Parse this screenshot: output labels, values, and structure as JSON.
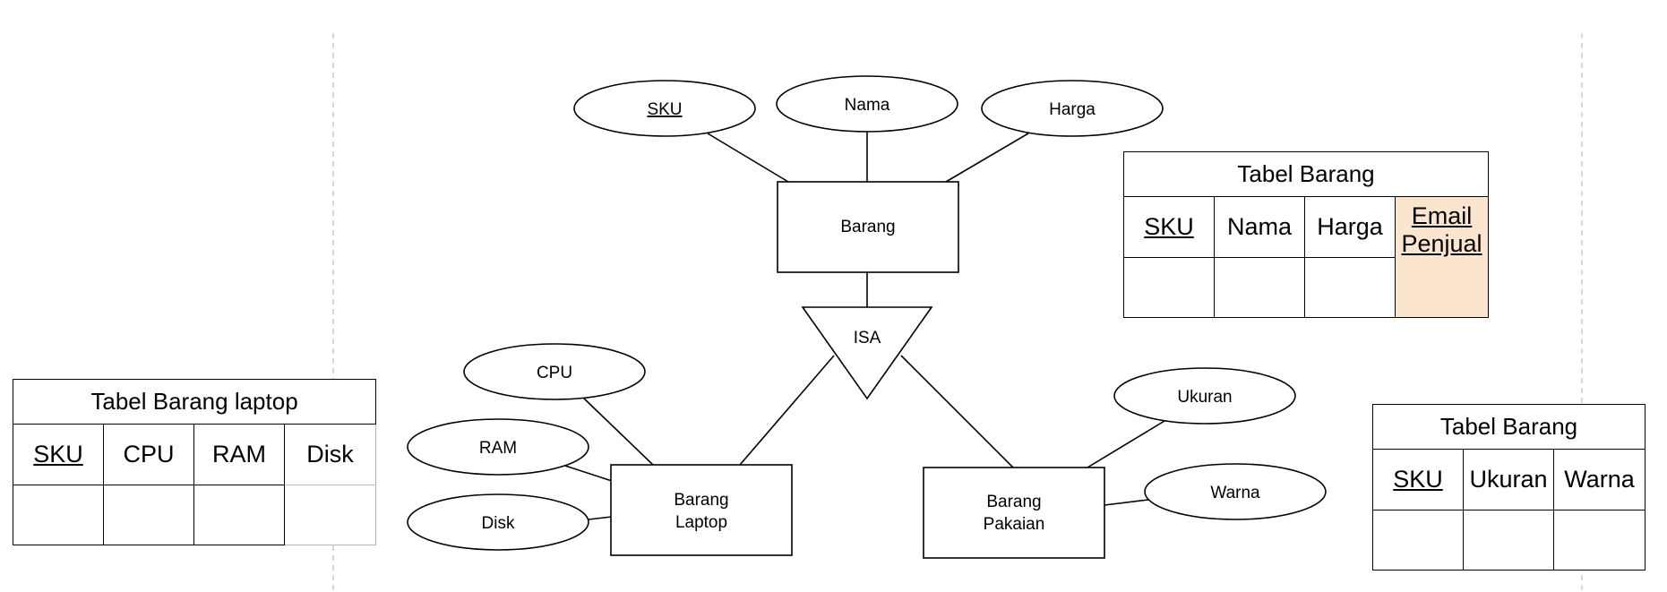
{
  "diagram": {
    "entities": {
      "barang": "Barang",
      "laptop_line1": "Barang",
      "laptop_line2": "Laptop",
      "pakaian_line1": "Barang",
      "pakaian_line2": "Pakaian"
    },
    "isa": "ISA",
    "attributes": {
      "sku": "SKU",
      "nama": "Nama",
      "harga": "Harga",
      "cpu": "CPU",
      "ram": "RAM",
      "disk": "Disk",
      "ukuran": "Ukuran",
      "warna": "Warna"
    }
  },
  "tables": {
    "barang": {
      "title": "Tabel Barang",
      "columns": [
        "SKU",
        "Nama",
        "Harga"
      ],
      "highlight_col_line1": "Email",
      "highlight_col_line2": "Penjual",
      "highlight_color": "#fbe5cf"
    },
    "laptop": {
      "title": "Tabel Barang laptop",
      "columns": [
        "SKU",
        "CPU",
        "RAM",
        "Disk"
      ]
    },
    "pakaian": {
      "title": "Tabel Barang",
      "columns": [
        "SKU",
        "Ukuran",
        "Warna"
      ]
    }
  }
}
